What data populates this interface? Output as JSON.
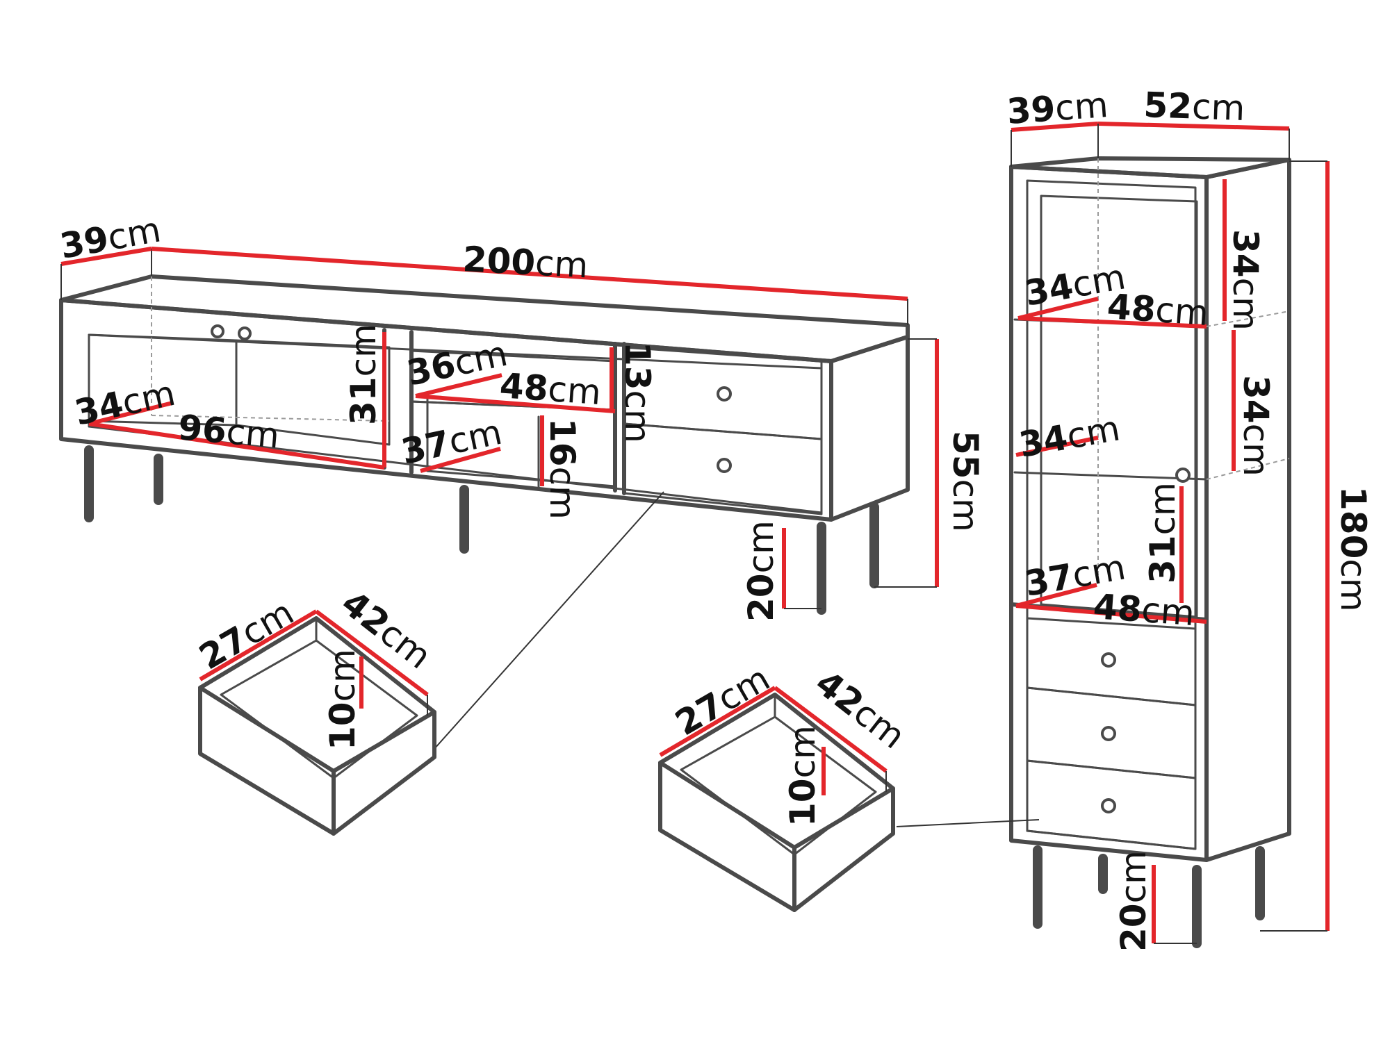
{
  "colors": {
    "dimension_line": "#e3262b",
    "outline": "#4a4a4a",
    "text": "#111111"
  },
  "unit": "cm",
  "tv_cabinet": {
    "depth": "39",
    "width": "200",
    "height": "55",
    "leg_height": "20",
    "left_compartment_depth": "34",
    "left_compartment_width": "96",
    "left_compartment_height": "31",
    "upper_shelf_depth": "36",
    "upper_shelf_width": "48",
    "upper_shelf_height": "13",
    "lower_shelf_depth": "37",
    "lower_shelf_height": "16"
  },
  "tv_drawer": {
    "depth": "27",
    "width": "42",
    "height": "10"
  },
  "tall_cabinet": {
    "depth": "39",
    "width": "52",
    "height": "180",
    "leg_height": "20",
    "top_shelf_depth": "34",
    "top_shelf_width": "48",
    "top_shelf_height": "34",
    "middle_shelf_depth": "34",
    "middle_shelf_height": "34",
    "bottom_shelf_depth": "37",
    "bottom_shelf_width": "48",
    "bottom_shelf_height": "31"
  },
  "tall_drawer": {
    "depth": "27",
    "width": "42",
    "height": "10"
  }
}
